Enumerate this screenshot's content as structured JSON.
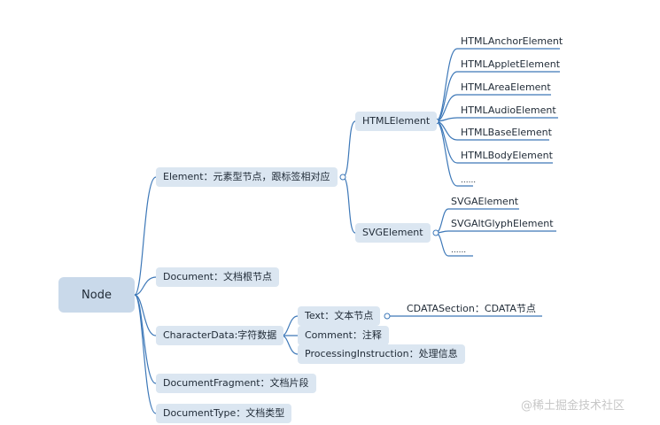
{
  "root": {
    "label": "Node"
  },
  "nodes": {
    "element": "Element：元素型节点，跟标签相对应",
    "document": "Document：文档根节点",
    "characterData": "CharacterData:字符数据",
    "documentFragment": "DocumentFragment：文档片段",
    "documentType": "DocumentType：文档类型"
  },
  "element_children": {
    "html": "HTMLElement",
    "svg": "SVGElement"
  },
  "html_leaves": [
    "HTMLAnchorElement",
    "HTMLAppletElement",
    "HTMLAreaElement",
    "HTMLAudioElement",
    "HTMLBaseElement",
    "HTMLBodyElement",
    "......"
  ],
  "svg_leaves": [
    "SVGAElement",
    "SVGAltGlyphElement",
    "......"
  ],
  "characterData_children": {
    "text": "Text：文本节点",
    "comment": "Comment：注释",
    "processing": "ProcessingInstruction：处理信息"
  },
  "text_children": {
    "cdata": "CDATASection：CDATA节点"
  },
  "colors": {
    "line": "#3d78b8",
    "box": "#dbe6f1",
    "rootBox": "#c9d9ea"
  },
  "watermark": "@稀土掘金技术社区"
}
